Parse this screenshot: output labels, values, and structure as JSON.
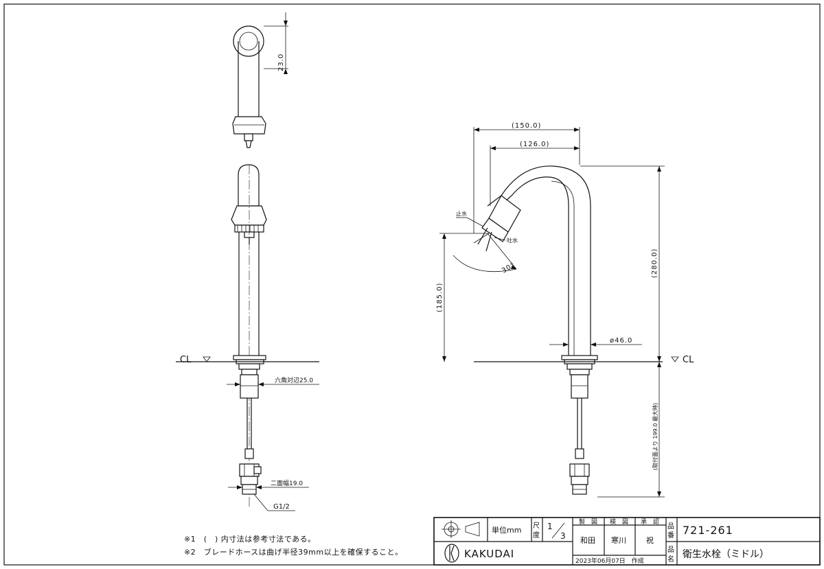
{
  "dimensions": {
    "top_offset": "23.0",
    "reach": "(150.0)",
    "reach_inner": "(126.0)",
    "spout_height": "(185.0)",
    "total_height": "(280.0)",
    "body_diameter": "ø46.0",
    "hex_flats": "六角対辺25.0",
    "two_flats": "二面幅19.0",
    "thread": "G1/2",
    "below_mount": "(取付面より 199.0 最大時)",
    "angle": "30°"
  },
  "labels": {
    "cl_left": "CL",
    "cl_right": "CL",
    "stop_water": "止水",
    "discharge": "吐水"
  },
  "notes": [
    "※1　(　) 内寸法は参考寸法である。",
    "※2　ブレードホースは曲げ半径39mm以上を確保すること。"
  ],
  "title_block": {
    "unit": "単位mm",
    "scale_label": "尺度",
    "scale_num": "1",
    "scale_den": "3",
    "drawn_label": "製　図",
    "checked_label": "検　図",
    "approved_label": "承　認",
    "drawn_by": "和田",
    "checked_by": "寒川",
    "approved_by": "祝",
    "part_no_label": "品番",
    "part_no": "721-261",
    "name_label": "品名",
    "name": "衛生水栓（ミドル）",
    "brand": "KAKUDAI",
    "date": "2023年06月07日　作成"
  }
}
